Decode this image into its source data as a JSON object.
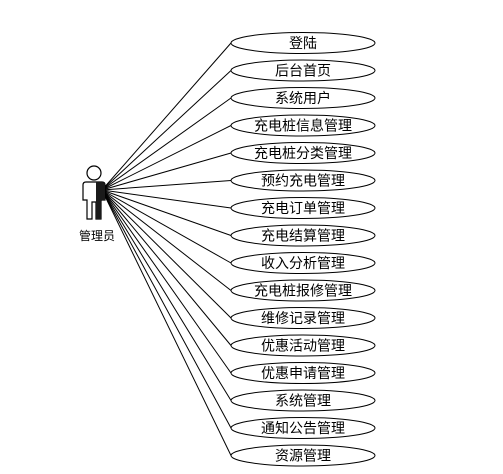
{
  "actor": {
    "label": "管理员",
    "icon": "person-icon"
  },
  "use_cases": [
    "登陆",
    "后台首页",
    "系统用户",
    "充电桩信息管理",
    "充电桩分类管理",
    "预约充电管理",
    "充电订单管理",
    "充电结算管理",
    "收入分析管理",
    "充电桩报修管理",
    "维修记录管理",
    "优惠活动管理",
    "优惠申请管理",
    "系统管理",
    "通知公告管理",
    "资源管理"
  ],
  "colors": {
    "stroke": "#000000",
    "fill": "#ffffff"
  }
}
